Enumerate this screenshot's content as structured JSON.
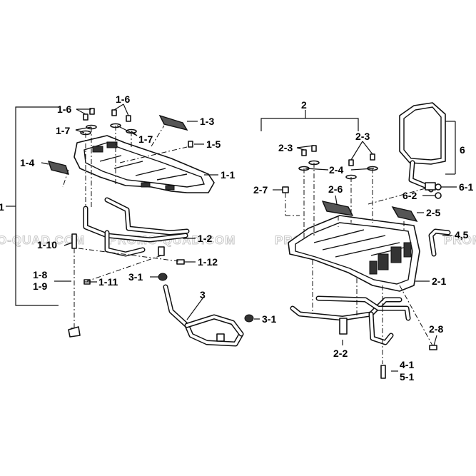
{
  "watermark": {
    "text_left": "O-QUAD.COM",
    "text_mid": "PROMO-QUAD.COM",
    "text_right": "PROMO-QUAD.COM",
    "text_far_right": "PROMO"
  },
  "callouts": {
    "c1": "1",
    "c1_1": "1-1",
    "c1_2": "1-2",
    "c1_3": "1-3",
    "c1_4": "1-4",
    "c1_5": "1-5",
    "c1_6a": "1-6",
    "c1_6b": "1-6",
    "c1_7a": "1-7",
    "c1_7b": "1-7",
    "c1_8": "1-8",
    "c1_9": "1-9",
    "c1_10": "1-10",
    "c1_11": "1-11",
    "c1_12": "1-12",
    "c2": "2",
    "c2_1": "2-1",
    "c2_2": "2-2",
    "c2_3a": "2-3",
    "c2_3b": "2-3",
    "c2_4": "2-4",
    "c2_5": "2-5",
    "c2_6": "2-6",
    "c2_7": "2-7",
    "c2_8": "2-8",
    "c3": "3",
    "c3_1a": "3-1",
    "c3_1b": "3-1",
    "c4_1": "4-1",
    "c4_5": "4,5",
    "c5_1": "5-1",
    "c6": "6",
    "c6_1": "6-1",
    "c6_2": "6-2"
  }
}
